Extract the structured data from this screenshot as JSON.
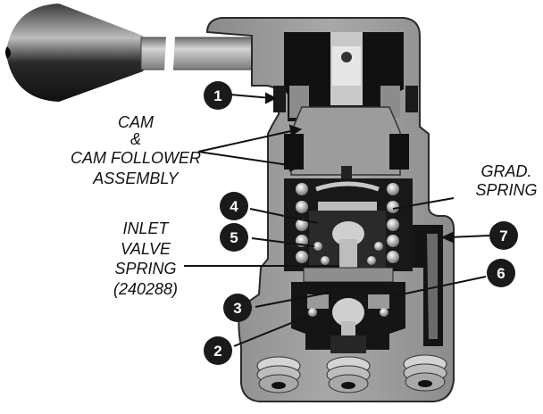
{
  "labels": {
    "cam": "CAM",
    "amp": "&",
    "cam_follower": "CAM FOLLOWER",
    "assembly": "ASSEMBLY",
    "grad": "GRAD.",
    "spring": "SPRING",
    "inlet": "INLET",
    "valve": "VALVE",
    "spring2": "SPRING",
    "part_no": "(240288)"
  },
  "callouts": [
    "1",
    "2",
    "3",
    "4",
    "5",
    "6",
    "7"
  ],
  "colors": {
    "body": "#9a9a9a",
    "body_dark": "#5a5a5a",
    "black": "#0e0e0e",
    "callout_fill": "#1a1a1a"
  }
}
